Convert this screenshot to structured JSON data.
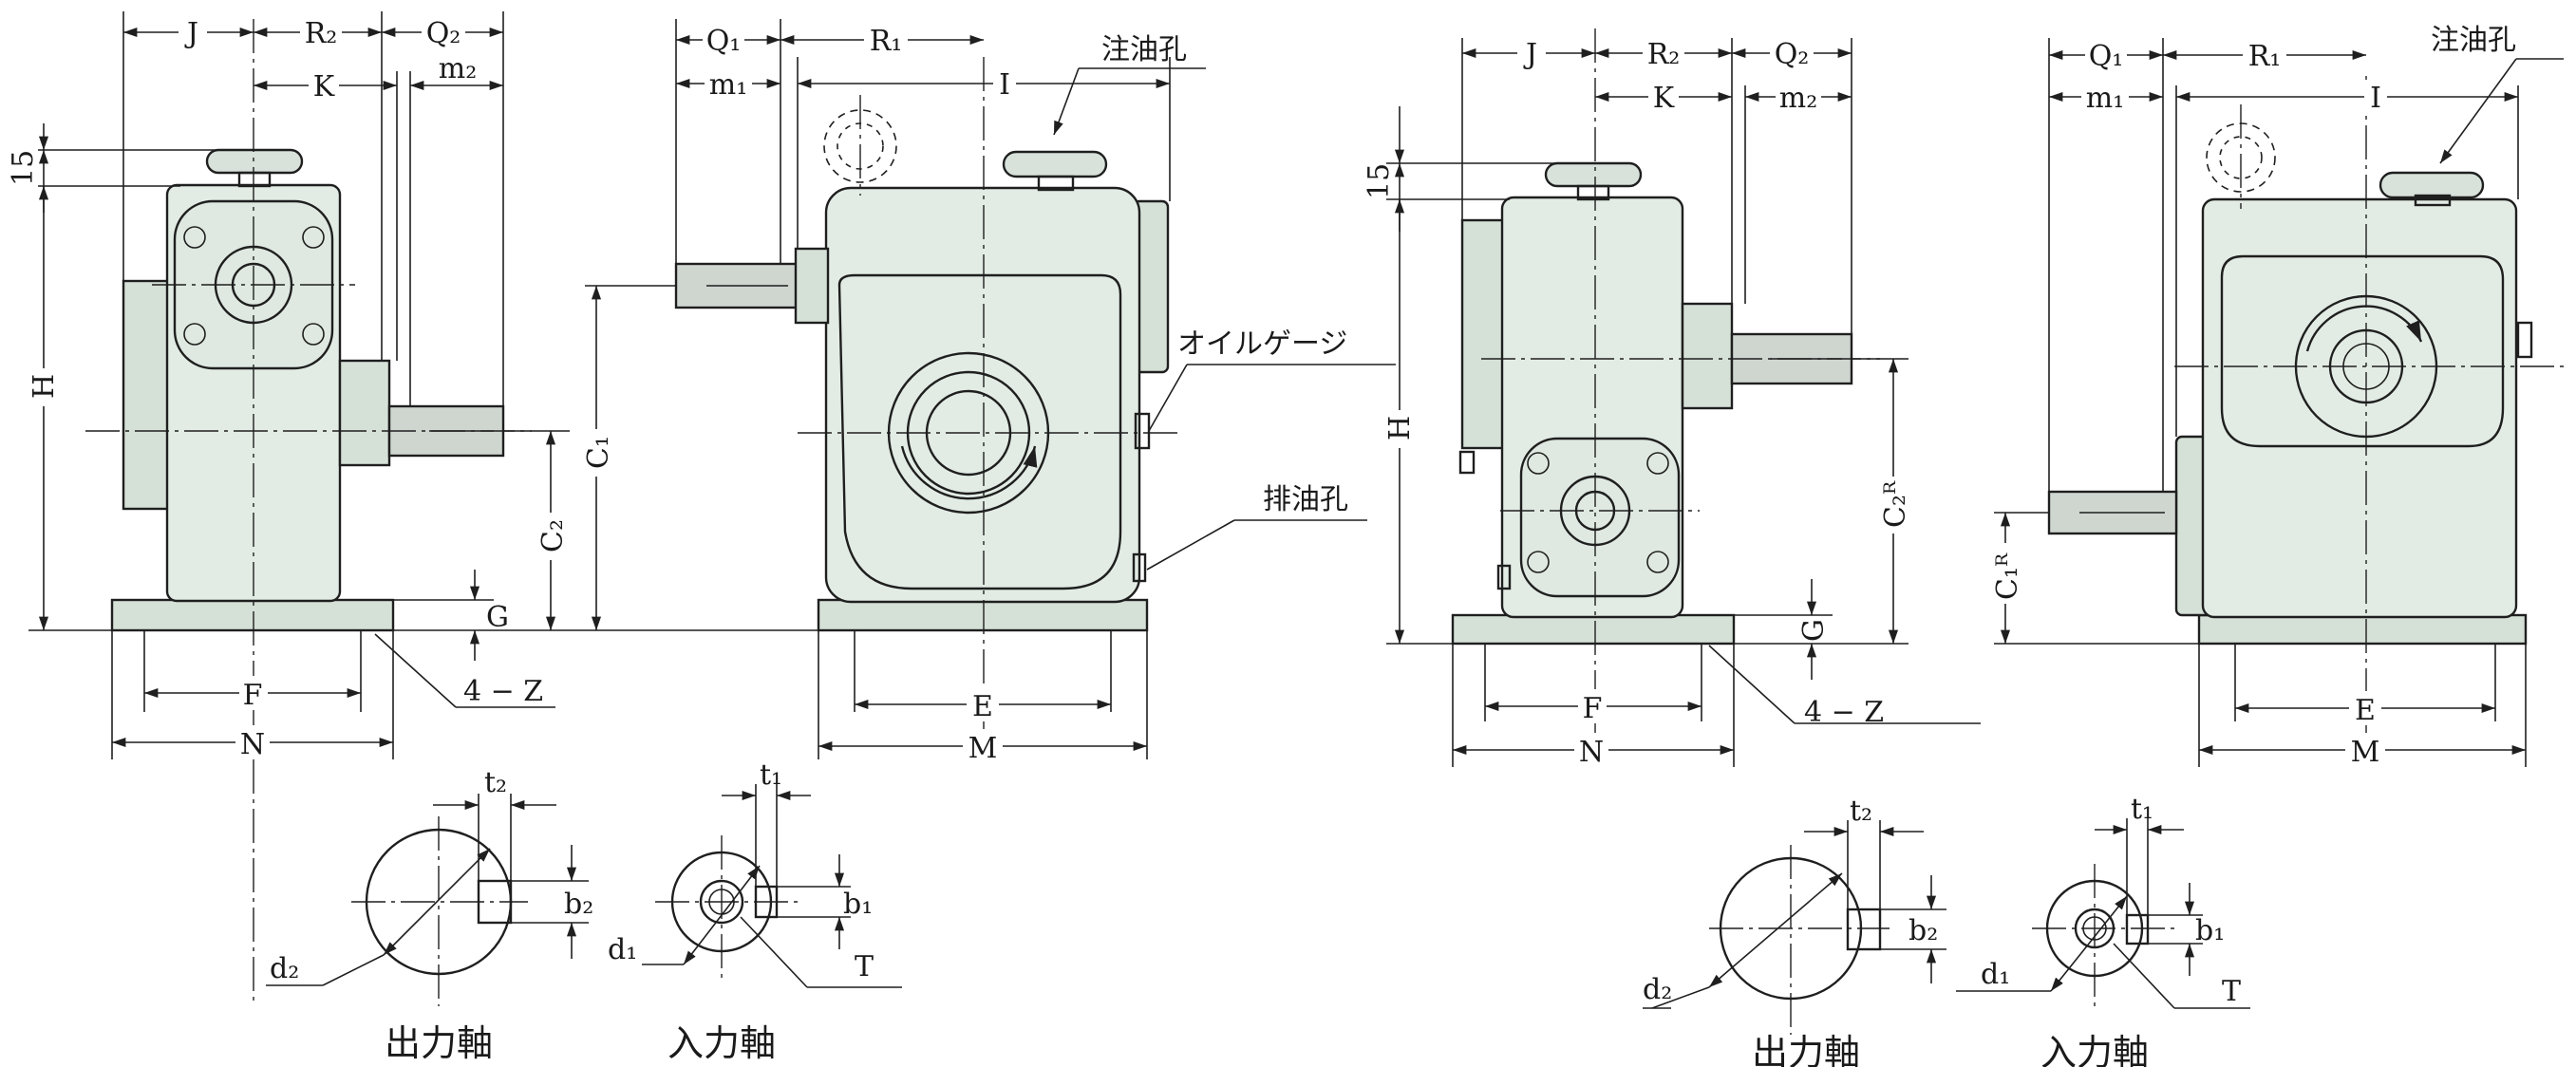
{
  "colors": {
    "body": "#e2ece4",
    "base": "#d5e0d7",
    "shaft": "#cfd6d0",
    "line": "#1f1f1f"
  },
  "labels": {
    "J": "J",
    "R2": "R₂",
    "Q2": "Q₂",
    "K": "K",
    "m2": "m₂",
    "n15": "15",
    "H": "H",
    "C1": "C₁",
    "C2": "C₂",
    "G": "G",
    "F": "F",
    "N": "N",
    "fourZ": "4 − Z",
    "Q1": "Q₁",
    "R1": "R₁",
    "m1": "m₁",
    "I": "I",
    "E": "E",
    "M": "M",
    "C2R": "C₂ᴿ",
    "C1R": "C₁ᴿ",
    "t2": "t₂",
    "b2": "b₂",
    "d2": "d₂",
    "t1": "t₁",
    "b1": "b₁",
    "d1": "d₁",
    "T": "T"
  },
  "callouts": {
    "oil_fill": "注油孔",
    "oil_gauge": "オイルゲージ",
    "oil_drain": "排油孔"
  },
  "captions": {
    "output_shaft": "出力軸",
    "input_shaft": "入力軸"
  }
}
